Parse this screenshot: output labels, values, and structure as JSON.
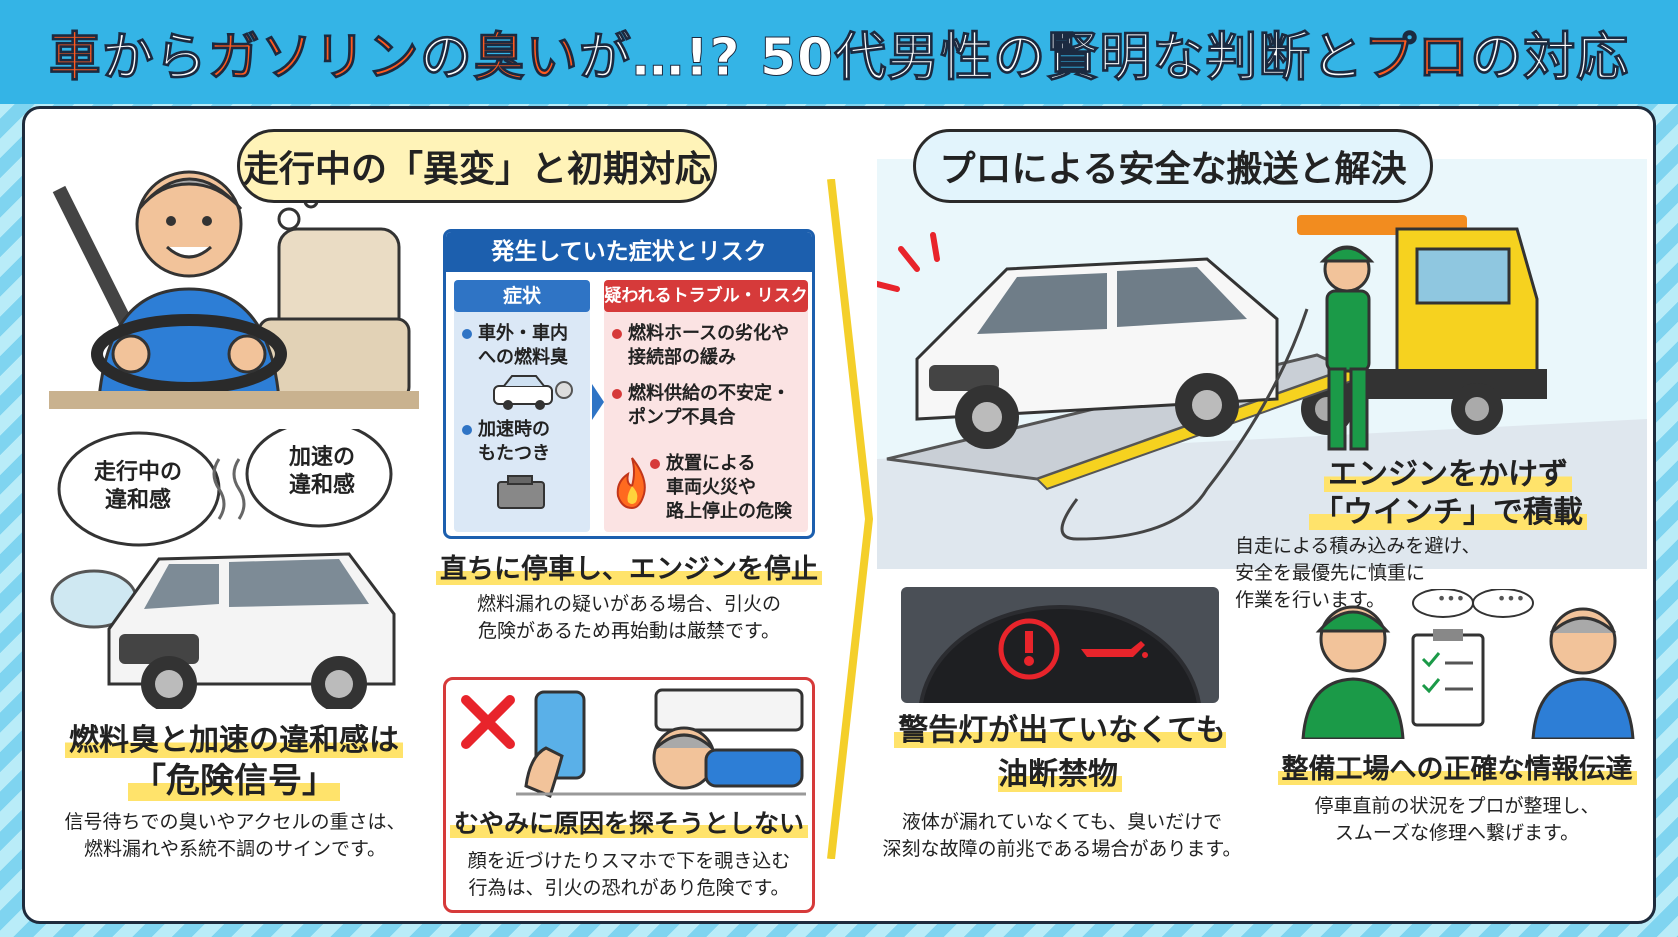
{
  "title": {
    "p1": "車",
    "p2": "から",
    "p3": "ガソリン",
    "p4": "の",
    "p5": "臭い",
    "p6": "が…!? 50代男性の賢明な判断と",
    "p7": "プロ",
    "p8": "の対応"
  },
  "left": {
    "section_title": "走行中の「異変」と初期対応",
    "bubble_1": "走行中の\n違和感",
    "bubble_2": "加速の\n違和感",
    "heading_1": "燃料臭と加速の違和感は",
    "heading_2": "「危険信号」",
    "body": "信号待ちでの臭いやアクセルの重さは、\n燃料漏れや系統不調のサインです。"
  },
  "middle": {
    "box_title": "発生していた症状とリスク",
    "symptom_header": "症状",
    "symptoms": [
      "車外・車内\nへの燃料臭",
      "加速時の\nもたつき"
    ],
    "risk_header": "疑われるトラブル・リスク",
    "risks": [
      "燃料ホースの劣化や\n接続部の緩み",
      "燃料供給の不安定・\nポンプ不具合",
      "放置による\n車両火災や\n路上停止の危険"
    ],
    "stop_heading": "直ちに停車し、エンジンを停止",
    "stop_body": "燃料漏れの疑いがある場合、引火の\n危険があるため再始動は厳禁です。",
    "warn_heading": "むやみに原因を探そうとしない",
    "warn_body": "顔を近づけたりスマホで下を覗き込む\n行為は、引火の恐れがあり危険です。"
  },
  "right": {
    "section_title": "プロによる安全な搬送と解決",
    "winch_heading_1": "エンジンをかけず",
    "winch_heading_2": "「ウインチ」で積載",
    "winch_body": "自走による積み込みを避け、\n安全を最優先に慎重に\n作業を行います。",
    "lamp_heading": "警告灯が出ていなくても\n油断禁物",
    "lamp_body": "液体が漏れていなくても、臭いだけで\n深刻な故障の前兆である場合があります。",
    "info_heading": "整備工場への正確な情報伝達",
    "info_body": "停車直前の状況をプロが整理し、\nスムーズな修理へ繋げます。",
    "speech_dots": "•••"
  },
  "colors": {
    "accent_orange": "#ff5a1f",
    "title_bg": "#34b4e6",
    "symptom_blue": "#1c5fae",
    "risk_red": "#d63a3a",
    "highlight_yellow": "#ffe36b"
  }
}
